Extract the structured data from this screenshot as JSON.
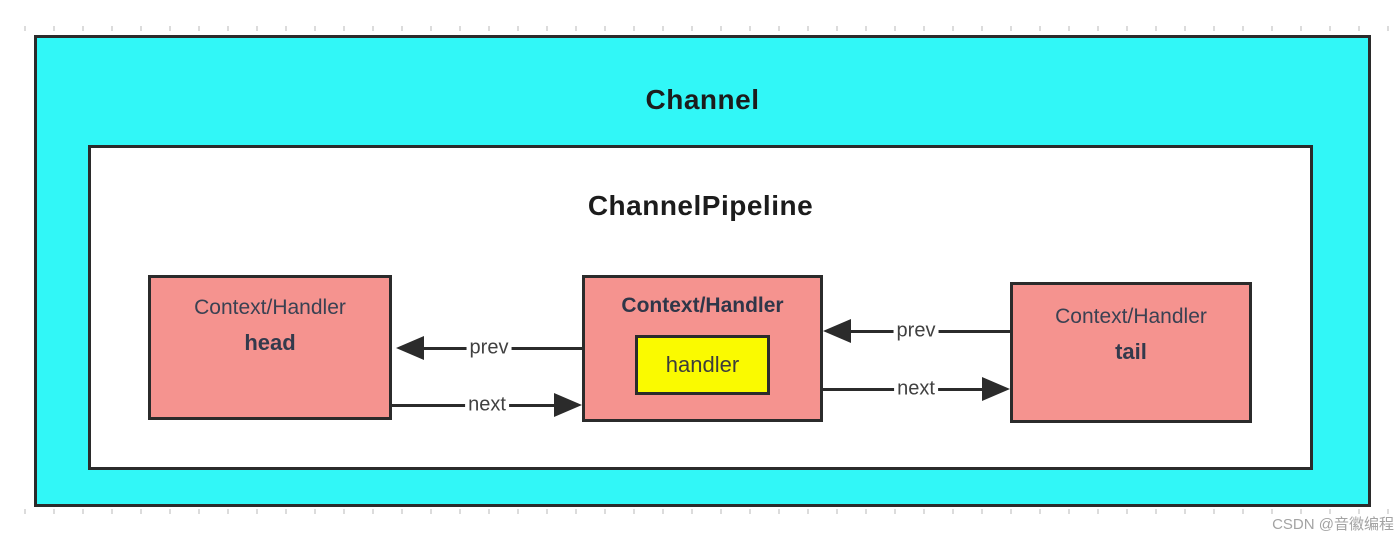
{
  "diagram": {
    "channel": {
      "title": "Channel"
    },
    "pipeline": {
      "title": "ChannelPipeline"
    },
    "nodes": {
      "head": {
        "type": "Context/Handler",
        "name": "head"
      },
      "middle": {
        "type": "Context/Handler",
        "handler_label": "handler"
      },
      "tail": {
        "type": "Context/Handler",
        "name": "tail"
      }
    },
    "arrows": {
      "left_prev": {
        "label": "prev"
      },
      "left_next": {
        "label": "next"
      },
      "right_prev": {
        "label": "prev"
      },
      "right_next": {
        "label": "next"
      }
    },
    "colors": {
      "channel_fill": "#31f7f7",
      "node_fill": "#f5938f",
      "handler_fill": "#fafa00",
      "border": "#2b2b2b"
    }
  },
  "watermark": {
    "text": "CSDN @音徽编程"
  }
}
